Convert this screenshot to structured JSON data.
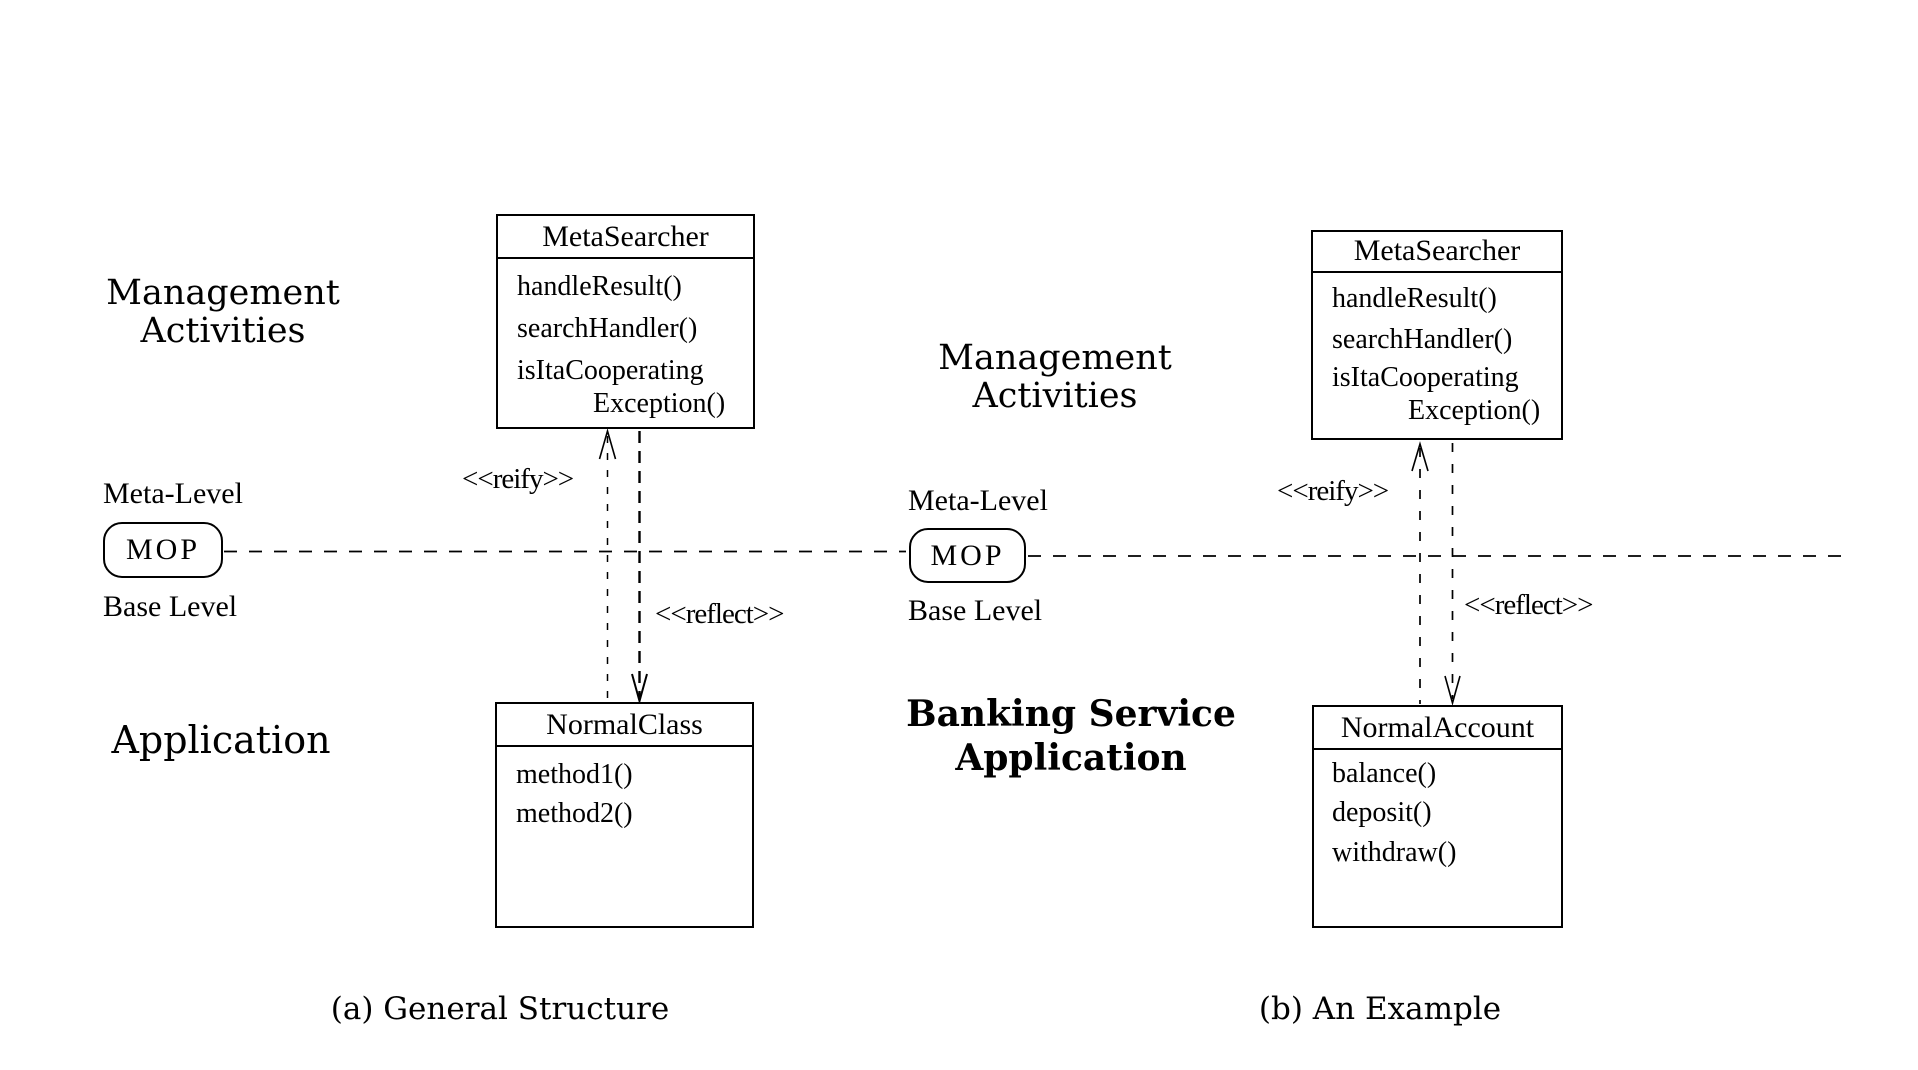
{
  "figure": {
    "background_color": "#ffffff",
    "ink_color": "#000000"
  },
  "diagrams": [
    {
      "caption": "(a) General Structure",
      "management_label": {
        "line1": "Management",
        "line2": "Activities"
      },
      "meta_level_label": "Meta-Level",
      "mop_label": "MOP",
      "base_level_label": "Base Level",
      "reify_stereotype": "<<reify>>",
      "reflect_stereotype": "<<reflect>>",
      "application_label": {
        "line1": "Application",
        "line2": ""
      },
      "meta_class": {
        "title": "MetaSearcher",
        "methods": [
          "handleResult()",
          "searchHandler()",
          "isItaCooperating",
          "Exception()"
        ]
      },
      "base_class": {
        "title": "NormalClass",
        "methods": [
          "method1()",
          "method2()"
        ]
      }
    },
    {
      "caption": "(b) An Example",
      "management_label": {
        "line1": "Management",
        "line2": "Activities"
      },
      "meta_level_label": "Meta-Level",
      "mop_label": "MOP",
      "base_level_label": "Base Level",
      "reify_stereotype": "<<reify>>",
      "reflect_stereotype": "<<reflect>>",
      "application_label": {
        "line1": "Banking Service",
        "line2": "Application"
      },
      "meta_class": {
        "title": "MetaSearcher",
        "methods": [
          "handleResult()",
          "searchHandler()",
          "isItaCooperating",
          "Exception()"
        ]
      },
      "base_class": {
        "title": "NormalAccount",
        "methods": [
          "balance()",
          "deposit()",
          "withdraw()"
        ]
      }
    }
  ]
}
